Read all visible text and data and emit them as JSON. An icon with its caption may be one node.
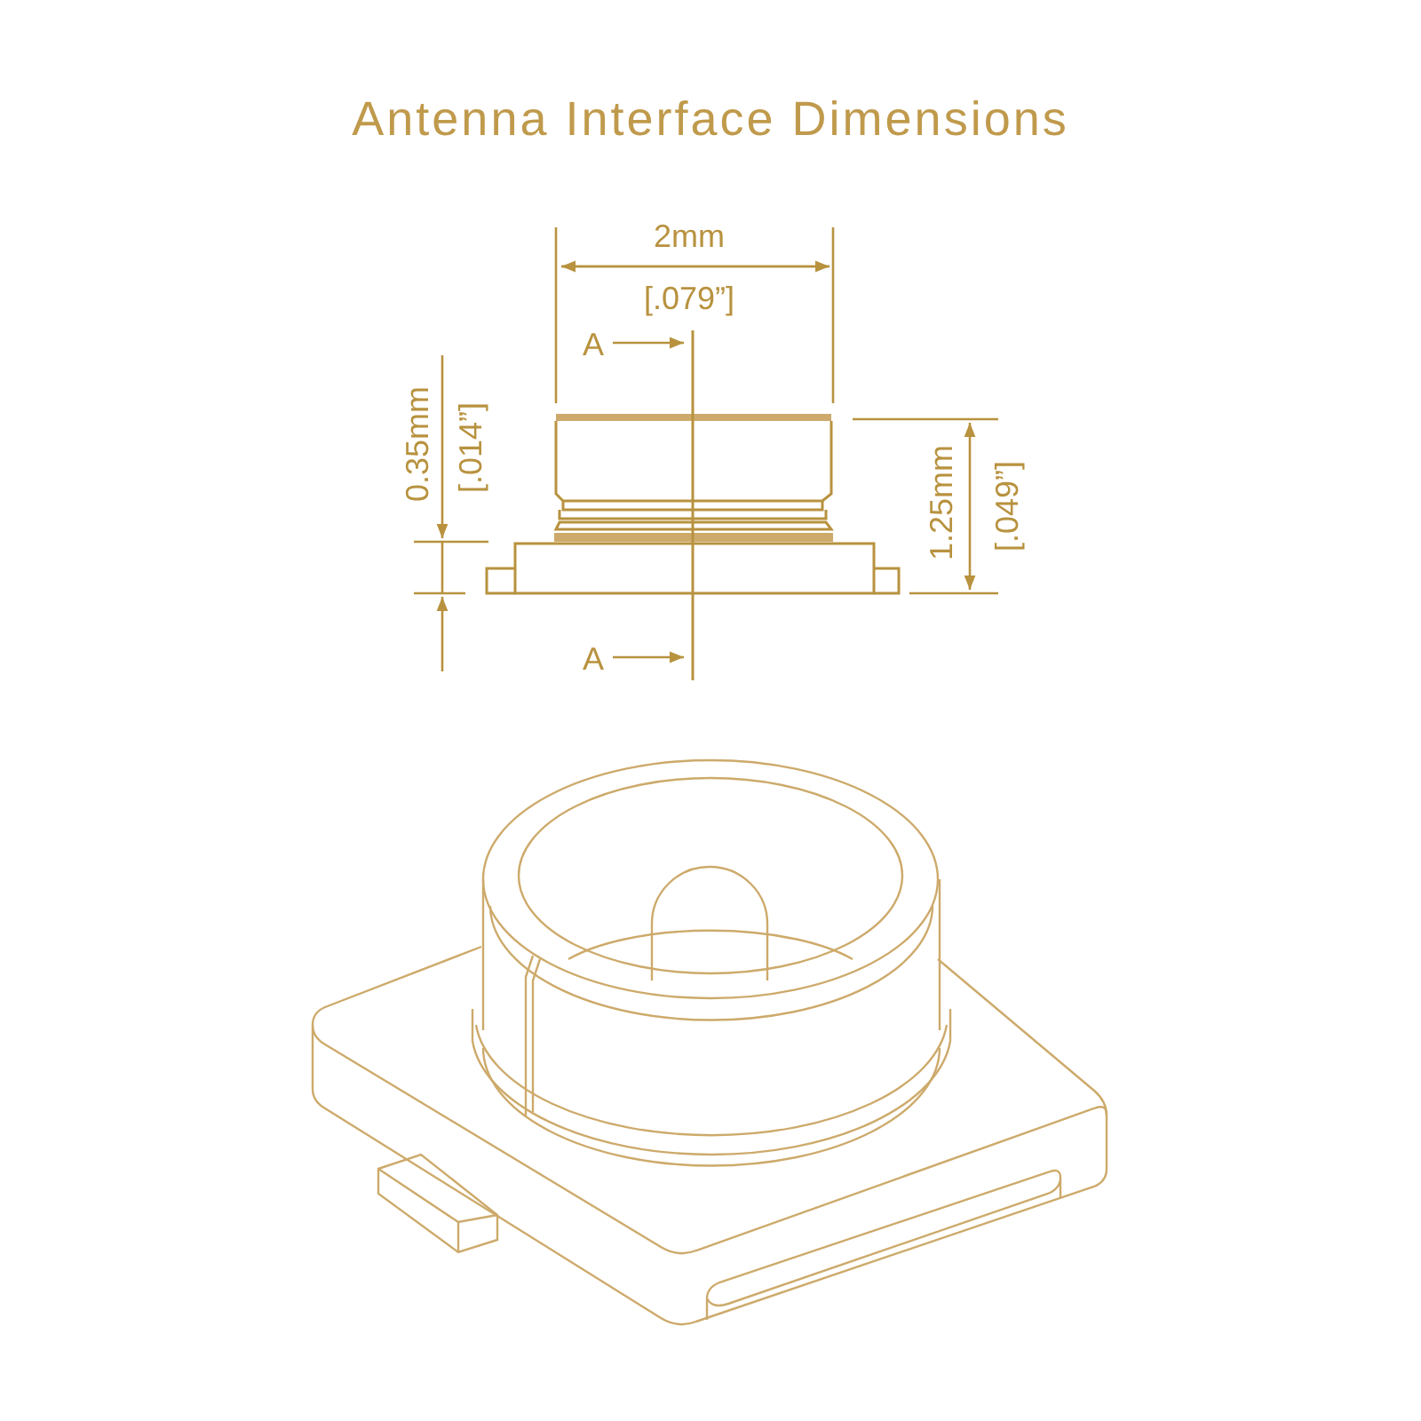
{
  "diagram": {
    "title": "Antenna Interface Dimensions",
    "labels": [
      "2mm",
      "[.079”]",
      "A",
      "0.35mm",
      "[.014”]",
      "1.25mm",
      "[.049”]",
      "A"
    ]
  }
}
